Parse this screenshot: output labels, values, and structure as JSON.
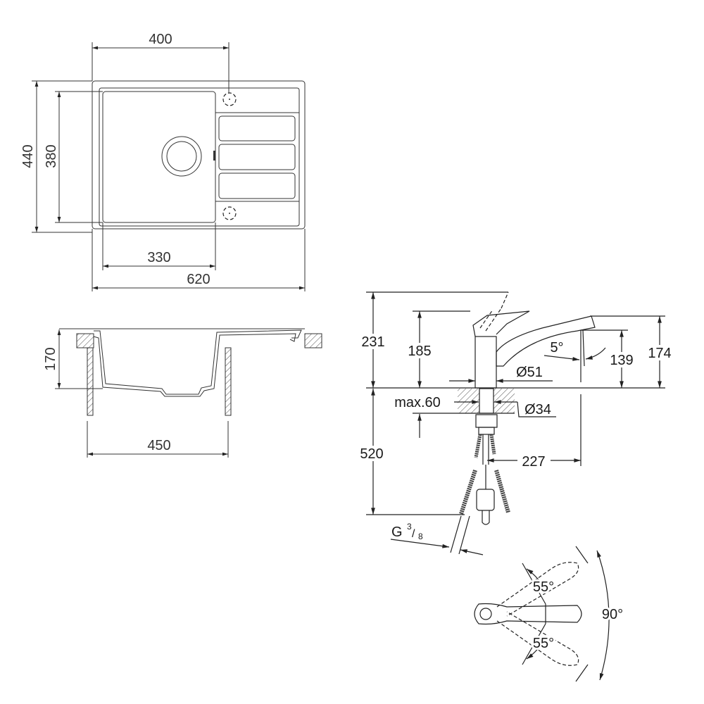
{
  "sink": {
    "top_view": {
      "width_400": "400",
      "depth_440": "440",
      "bowl_depth_380": "380",
      "bowl_width_330": "330",
      "total_width_620": "620"
    },
    "side_view": {
      "height_170": "170",
      "cabinet_450": "450"
    }
  },
  "faucet": {
    "height_231": "231",
    "height_185": "185",
    "spout_139": "139",
    "spout_174": "174",
    "angle_5": "5°",
    "diameter_51": "Ø51",
    "max_60": "max.60",
    "diameter_34": "Ø34",
    "hose_520": "520",
    "reach_227": "227",
    "thread_g": "G",
    "thread_num": "3",
    "thread_den": "8"
  },
  "lever": {
    "angle_top": "55°",
    "angle_bottom": "55°",
    "angle_total": "90°"
  }
}
